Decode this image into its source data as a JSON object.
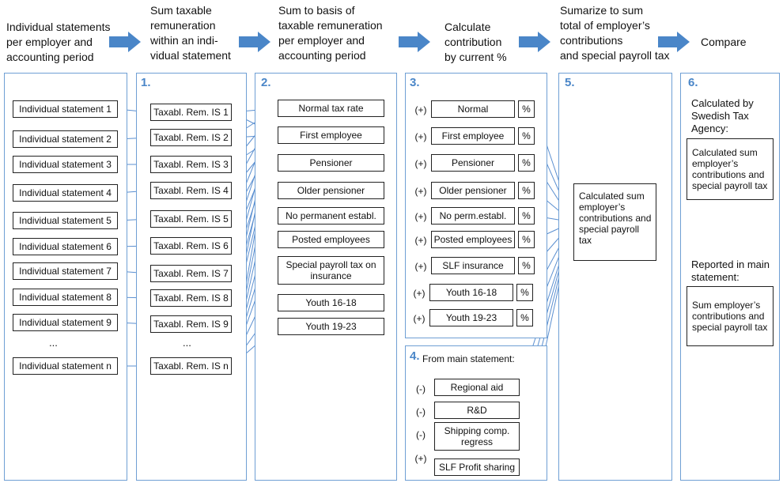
{
  "headers": [
    [
      "Individual statements",
      "per employer and",
      "accounting period"
    ],
    [
      "Sum taxable",
      "remuneration",
      "within an indi-",
      "vidual statement"
    ],
    [
      "Sum to basis of",
      "taxable remuneration",
      "per employer and",
      "accounting period"
    ],
    [
      "Calculate",
      "contribution",
      "by current %"
    ],
    [
      "Sumarize to sum",
      "total of employer’s",
      "contributions",
      "and special payroll tax"
    ],
    [
      "Compare"
    ]
  ],
  "column_numbers": [
    "1.",
    "2.",
    "3.",
    "4.",
    "5.",
    "6."
  ],
  "individual_statements": [
    "Individual statement 1",
    "Individual statement 2",
    "Individual statement 3",
    "Individual statement 4",
    "Individual statement 5",
    "Individual statement 6",
    "Individual statement 7",
    "Individual statement 8",
    "Individual statement 9",
    "Individual statement n"
  ],
  "taxable_rem": [
    "Taxabl. Rem. IS 1",
    "Taxabl. Rem. IS 2",
    "Taxabl. Rem. IS 3",
    "Taxabl. Rem. IS 4",
    "Taxabl. Rem. IS 5",
    "Taxabl. Rem. IS 6",
    "Taxabl. Rem. IS 7",
    "Taxabl. Rem. IS 8",
    "Taxabl. Rem. IS 9",
    "Taxabl. Rem. IS n"
  ],
  "ellipsis": "...",
  "basis_categories": [
    "Normal tax rate",
    "First employee",
    "Pensioner",
    "Older pensioner",
    "No permanent establ.",
    "Posted employees",
    "Special payroll tax on insurance",
    "Youth 16-18",
    "Youth 19-23"
  ],
  "contribution_rows": [
    {
      "sign": "(+)",
      "label": "Normal",
      "pct": "%"
    },
    {
      "sign": "(+)",
      "label": "First employee",
      "pct": "%"
    },
    {
      "sign": "(+)",
      "label": "Pensioner",
      "pct": "%"
    },
    {
      "sign": "(+)",
      "label": "Older pensioner",
      "pct": "%"
    },
    {
      "sign": "(+)",
      "label": "No perm.establ.",
      "pct": "%"
    },
    {
      "sign": "(+)",
      "label": "Posted employees",
      "pct": "%"
    },
    {
      "sign": "(+)",
      "label": "SLF insurance",
      "pct": "%"
    },
    {
      "sign": "(+)",
      "label": "Youth 16-18",
      "pct": "%"
    },
    {
      "sign": "(+)",
      "label": "Youth 19-23",
      "pct": "%"
    }
  ],
  "main_statement": {
    "title": "From main statement:",
    "rows": [
      {
        "sign": "(-)",
        "label": "Regional aid"
      },
      {
        "sign": "(-)",
        "label": "R&D"
      },
      {
        "sign": "(-)",
        "label": "Shipping comp. regress"
      },
      {
        "sign": "(+)",
        "label": "SLF Profit sharing"
      }
    ]
  },
  "sum_box": "Calculated sum employer’s contributions and special payroll tax",
  "compare": {
    "calc_title": "Calculated by Swedish Tax Agency:",
    "calc_box": "Calculated sum employer’s contributions and special payroll tax",
    "reported_title": "Reported in main statement:",
    "reported_box": "Sum employer’s contributions and special payroll tax"
  },
  "colors": {
    "column_border": "#6f9fd4",
    "arrow": "#4a86c8",
    "line": "#5b8fd0",
    "number": "#4a86c8"
  }
}
